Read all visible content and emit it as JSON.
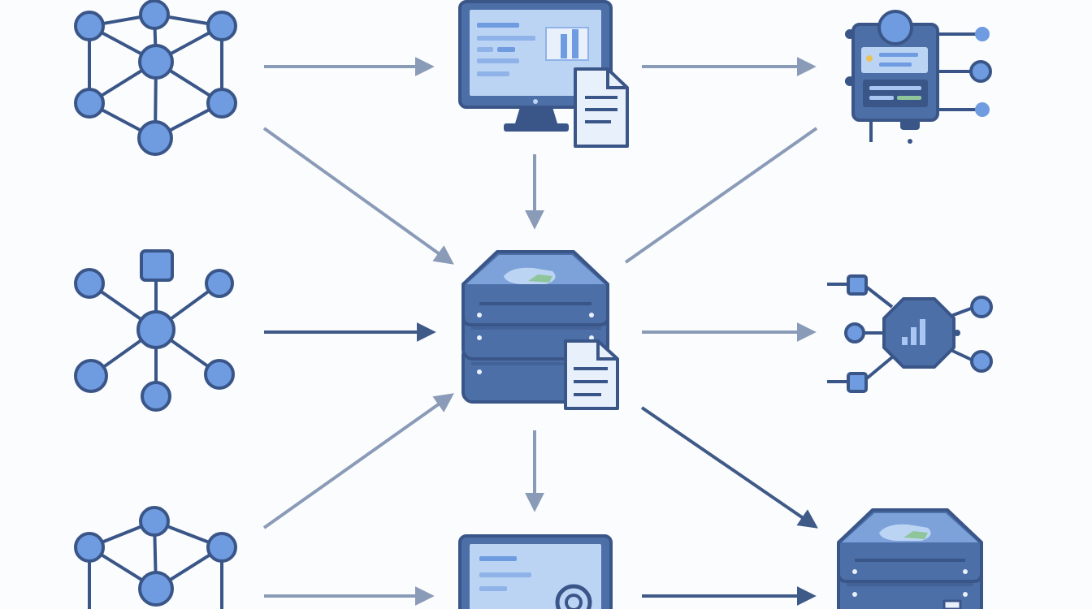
{
  "colors": {
    "background": "#fbfcfd",
    "outline": "#3a5688",
    "node_fill": "#6f9be0",
    "node_light": "#a9c6f2",
    "screen_fill": "#bcd4f4",
    "panel_fill": "#4c6fa8",
    "panel_top": "#7da2da",
    "arrow_light": "#8a9bb8",
    "arrow_dark": "#3f5a87",
    "document_fill": "#e8f0fb",
    "accent_green": "#8fc59b"
  },
  "nodes": [
    {
      "id": "network-top-left",
      "icon": "network-cube-icon"
    },
    {
      "id": "network-mid-left",
      "icon": "network-star-icon"
    },
    {
      "id": "network-bottom-left",
      "icon": "network-cube-icon"
    },
    {
      "id": "monitor-top",
      "icon": "monitor-document-icon"
    },
    {
      "id": "server-center",
      "icon": "server-stack-document-icon"
    },
    {
      "id": "monitor-bottom",
      "icon": "monitor-settings-icon"
    },
    {
      "id": "device-top-right",
      "icon": "connected-device-icon"
    },
    {
      "id": "chip-mid-right",
      "icon": "chip-chart-icon"
    },
    {
      "id": "server-bottom-right",
      "icon": "server-stack-icon"
    }
  ],
  "edges": [
    {
      "from": "network-top-left",
      "to": "monitor-top"
    },
    {
      "from": "monitor-top",
      "to": "device-top-right"
    },
    {
      "from": "network-top-left",
      "to": "server-center"
    },
    {
      "from": "monitor-top",
      "to": "server-center"
    },
    {
      "from": "device-top-right",
      "to": "server-center"
    },
    {
      "from": "network-mid-left",
      "to": "server-center"
    },
    {
      "from": "server-center",
      "to": "chip-mid-right"
    },
    {
      "from": "network-bottom-left",
      "to": "server-center"
    },
    {
      "from": "server-center",
      "to": "monitor-bottom"
    },
    {
      "from": "server-center",
      "to": "server-bottom-right"
    },
    {
      "from": "network-bottom-left",
      "to": "monitor-bottom"
    },
    {
      "from": "monitor-bottom",
      "to": "server-bottom-right"
    }
  ]
}
